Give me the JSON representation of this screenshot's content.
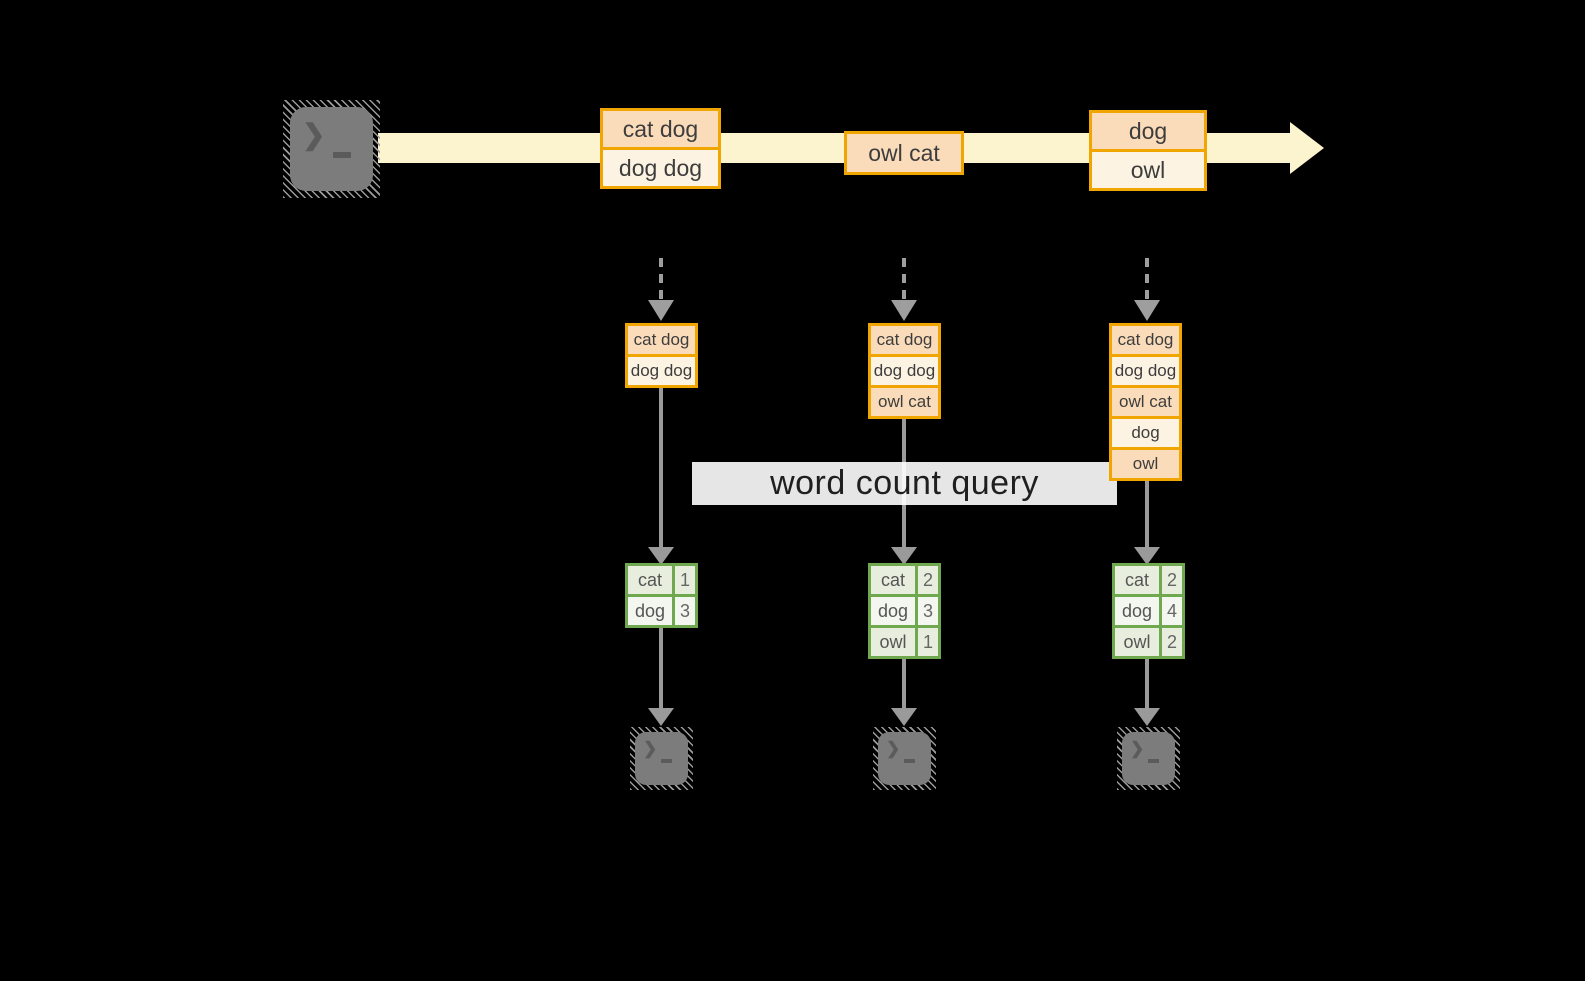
{
  "query": {
    "label": "word count query"
  },
  "stream": {
    "batches": [
      {
        "cells": [
          "cat dog",
          "dog dog"
        ]
      },
      {
        "cells": [
          "owl cat"
        ]
      },
      {
        "cells": [
          "dog",
          "owl"
        ]
      }
    ]
  },
  "workers": [
    {
      "buffer": [
        "cat dog",
        "dog dog"
      ],
      "counts": [
        [
          "cat",
          "1"
        ],
        [
          "dog",
          "3"
        ]
      ]
    },
    {
      "buffer": [
        "cat dog",
        "dog dog",
        "owl cat"
      ],
      "counts": [
        [
          "cat",
          "2"
        ],
        [
          "dog",
          "3"
        ],
        [
          "owl",
          "1"
        ]
      ]
    },
    {
      "buffer": [
        "cat dog",
        "dog dog",
        "owl cat",
        "dog",
        "owl"
      ],
      "counts": [
        [
          "cat",
          "2"
        ],
        [
          "dog",
          "4"
        ],
        [
          "owl",
          "2"
        ]
      ]
    }
  ],
  "icons": {
    "terminal_prompt": "❯"
  },
  "colors": {
    "background": "#000000",
    "gold_border": "#F0A500",
    "peach_fill": "#FBDCBA",
    "cream_fill": "#FDF3E3",
    "stream_band": "#FCF3CF",
    "green_border": "#70A850",
    "green_fill_dark": "#E7EEDD",
    "green_fill_light": "#F4F7F0",
    "arrow_gray": "#9A9A9A",
    "terminal_gray": "#7C7C7C",
    "query_label_bg": "#FFFFFF"
  }
}
